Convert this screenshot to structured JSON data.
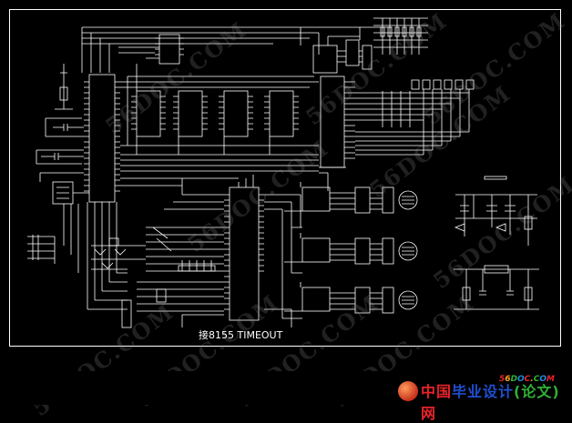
{
  "caption": "接8155 TIMEOUT",
  "watermark_text": "56DOC.COM",
  "brand": {
    "url": "56DOC.COM",
    "url_colors": [
      "#e8232a",
      "#f7a11a",
      "#2eb135",
      "#1f8de0",
      "#e8232a",
      "#f7a11a",
      "#2eb135",
      "#1f8de0",
      "#e8232a"
    ],
    "emblem_name": "globe-icon",
    "slogan_prefix": "中国",
    "slogan_main": "毕业设计",
    "slogan_paren": "(论文)",
    "slogan_suffix": "网",
    "colors": {
      "prefix": "#e8232a",
      "main": "#1f4fd1",
      "paren": "#2eb135",
      "suffix": "#e8232a"
    }
  },
  "colors": {
    "line": "#ffffff",
    "background": "#000000",
    "watermark": "#969696"
  }
}
